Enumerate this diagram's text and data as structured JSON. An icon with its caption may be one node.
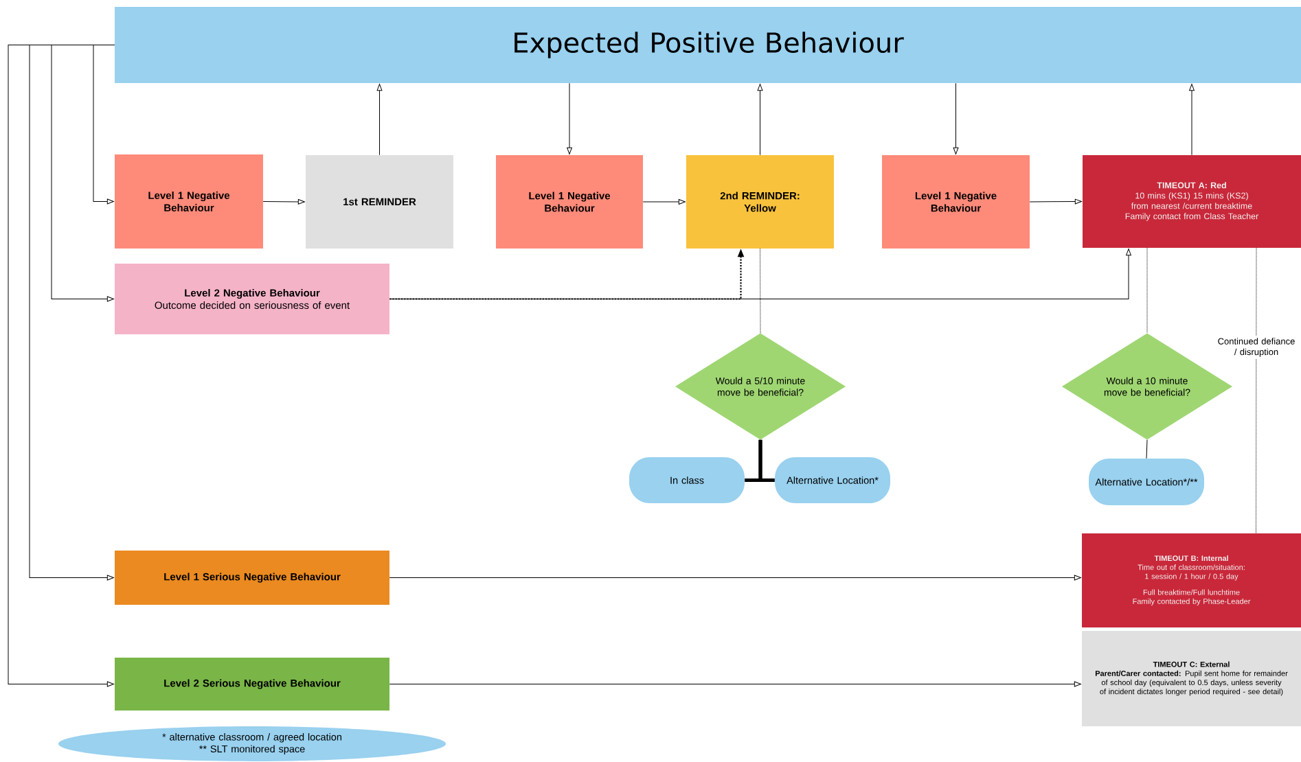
{
  "diagram": {
    "nodes": [
      {
        "text": [
          "Expected Positive Behaviour"
        ]
      },
      {
        "text": [
          "Level 1 Negative Behaviour"
        ]
      },
      {
        "text": [
          "1st REMINDER"
        ]
      },
      {
        "text": [
          "Level 1 Negative Behaviour"
        ]
      },
      {
        "text": [
          "2nd REMINDER: Yellow"
        ]
      },
      {
        "text": [
          "Level 1 Negative Behaviour"
        ]
      },
      {
        "text": [
          "TIMEOUT A: Red",
          "10 mins (KS1) 15 mins (KS2) from nearest /current breaktime",
          "Family contact from Class Teacher"
        ]
      },
      {
        "text": [
          "Level 2 Negative Behaviour",
          "Outcome decided on seriousness of event"
        ]
      },
      {
        "text": [
          "Would a 5/10 minute move be beneficial?"
        ]
      },
      {
        "text": [
          "Would a 10 minute move be beneficial?"
        ]
      },
      {
        "text": [
          "In class"
        ]
      },
      {
        "text": [
          "Alternative Location*"
        ]
      },
      {
        "text": [
          "Alternative Location*/**"
        ]
      },
      {
        "text": [
          "TIMEOUT B: Internal",
          "Time out of classroom/situation: 1 session / 1 hour / 0.5 day",
          "Full breaktime/Full lunchtime Family contacted by Phase-Leader"
        ]
      },
      {
        "text": [
          "TIMEOUT C: External",
          "**Parent/Carer contacted:** Pupil sent home for remainder of school day (equivalent to 0.5 days, unless severity of incident dictates longer period required - see detail)"
        ]
      },
      {
        "text": [
          "Level 1 Serious Negative Behaviour"
        ]
      },
      {
        "text": [
          "Level 2 Serious Negative Behaviour"
        ]
      },
      {
        "text": [
          "* alternative classroom / agreed location",
          "** SLT monitored space"
        ]
      }
    ],
    "edges": [
      {
        "from": 0,
        "to": 1,
        "arrow": "to"
      },
      {
        "from": 0,
        "to": 7,
        "arrow": "to"
      },
      {
        "from": 0,
        "to": 15,
        "arrow": "to"
      },
      {
        "from": 0,
        "to": 16,
        "arrow": "to"
      },
      {
        "from": 1,
        "to": 2,
        "arrow": "to"
      },
      {
        "from": 2,
        "to": 0,
        "arrow": "to"
      },
      {
        "from": 0,
        "to": 3,
        "arrow": "to"
      },
      {
        "from": 3,
        "to": 4,
        "arrow": "to"
      },
      {
        "from": 4,
        "to": 0,
        "arrow": "to"
      },
      {
        "from": 0,
        "to": 5,
        "arrow": "to"
      },
      {
        "from": 5,
        "to": 6,
        "arrow": "to"
      },
      {
        "from": 6,
        "to": 0,
        "arrow": "to"
      },
      {
        "from": 7,
        "to": 4,
        "arrow": "to",
        "style": "dashed"
      },
      {
        "from": 7,
        "to": 6,
        "arrow": "to"
      },
      {
        "from": 4,
        "to": 8,
        "arrow": "none",
        "style": "dashed"
      },
      {
        "from": 6,
        "to": 9,
        "arrow": "none",
        "style": "dashed"
      },
      {
        "from": 8,
        "to": 10,
        "arrow": "none",
        "style": "thick"
      },
      {
        "from": 8,
        "to": 11,
        "arrow": "none",
        "style": "thick"
      },
      {
        "from": 9,
        "to": 12,
        "arrow": "none"
      },
      {
        "from": 6,
        "to": 13,
        "arrow": "none",
        "style": "dashed",
        "label": "Continued defiance / disruption"
      },
      {
        "from": 15,
        "to": 13,
        "arrow": "to"
      },
      {
        "from": 16,
        "to": 14,
        "arrow": "to"
      }
    ]
  }
}
